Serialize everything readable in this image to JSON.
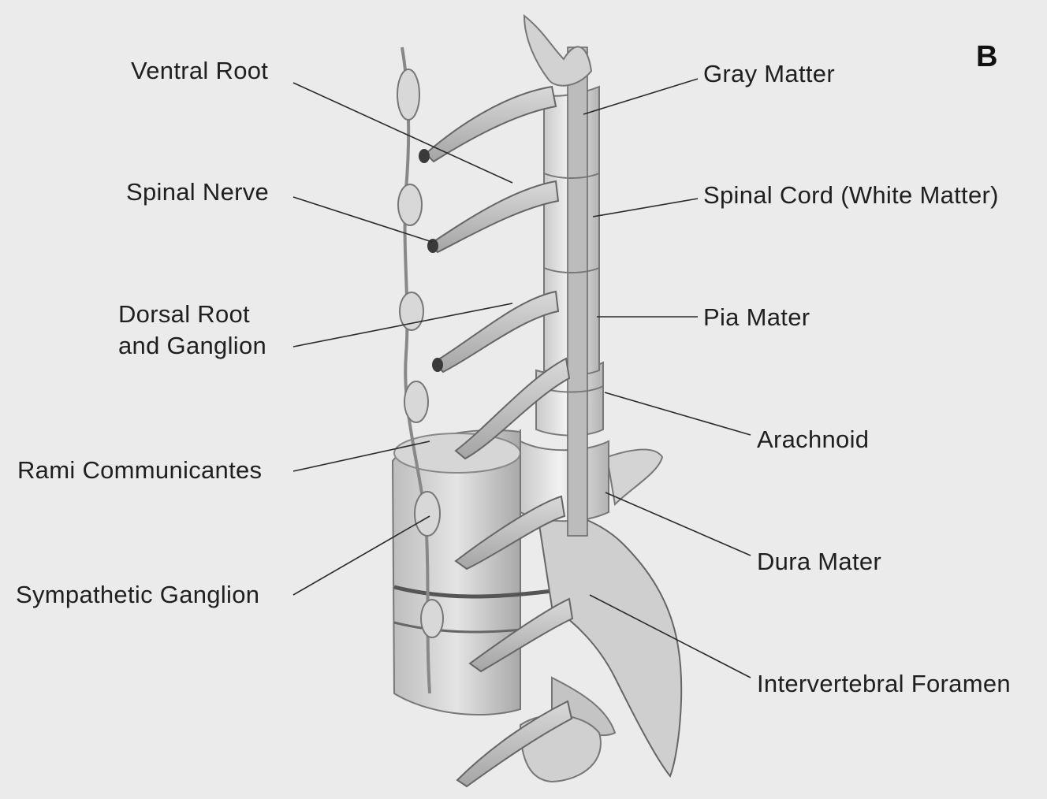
{
  "figure": {
    "panel_letter": "B",
    "labels_left": {
      "ventral_root": "Ventral Root",
      "spinal_nerve": "Spinal Nerve",
      "dorsal_root_line1": "Dorsal Root",
      "dorsal_root_line2": "and Ganglion",
      "rami_communicantes": "Rami Communicantes",
      "sympathetic_ganglion": "Sympathetic Ganglion"
    },
    "labels_right": {
      "gray_matter": "Gray Matter",
      "spinal_cord": "Spinal Cord (White Matter)",
      "pia_mater": "Pia Mater",
      "arachnoid": "Arachnoid",
      "dura_mater": "Dura Mater",
      "intervertebral_foramen": "Intervertebral Foramen"
    },
    "colors": {
      "background": "#ebebeb",
      "ink": "#1f1f1f"
    }
  }
}
